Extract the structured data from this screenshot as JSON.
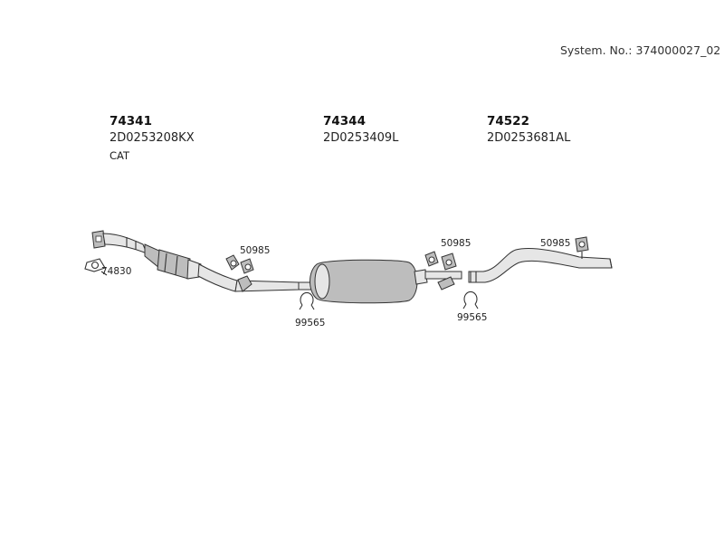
{
  "system_number": "System. No.: 374000027_02",
  "groups": [
    {
      "part_no": "74341",
      "code": "2D0253208KX",
      "note": "CAT"
    },
    {
      "part_no": "74344",
      "code": "2D0253409L"
    },
    {
      "part_no": "74522",
      "code": "2D0253681AL"
    }
  ],
  "callouts": {
    "gasket": "74830",
    "hanger_1": "50985",
    "hanger_2": "50985",
    "hanger_3": "50985",
    "clamp_1": "99565",
    "clamp_2": "99565"
  }
}
